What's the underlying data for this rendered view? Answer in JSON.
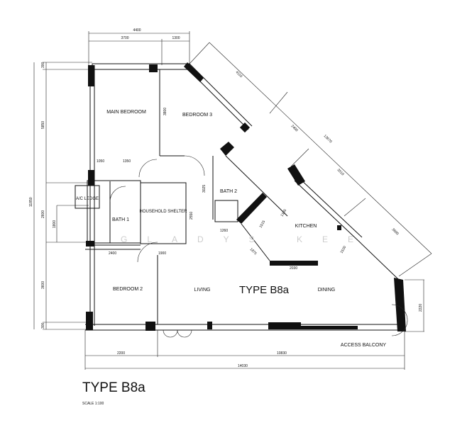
{
  "plan": {
    "type_label": "TYPE B8a",
    "title": "TYPE B8a",
    "scale": "SCALE 1:100",
    "watermark": "GLADYS KEE",
    "rooms": {
      "main_bedroom": "MAIN BEDROOM",
      "bedroom3": "BEDROOM 3",
      "bedroom2": "BEDROOM 2",
      "ac_ledge": "A/C LEDGE",
      "bath1": "BATH 1",
      "bath2": "BATH 2",
      "shelter": "HOUSEHOLD SHELTER",
      "kitchen": "KITCHEN",
      "living": "LIVING",
      "dining": "DINING",
      "access_balcony": "ACCESS BALCONY"
    },
    "dimensions": {
      "top_total": "4400",
      "top_a": "3700",
      "top_b": "1300",
      "left_300_top": "300",
      "left_5850": "5850",
      "left_11850": "11850",
      "left_2600": "2600",
      "left_1800": "1800",
      "left_3600": "3600",
      "left_300_bottom": "300",
      "mb_wall": "3800",
      "d1050": "1050",
      "d1350": "1350",
      "d2400": "2400",
      "d1900": "1900",
      "shelter_h": "2550",
      "bath2_h": "3025",
      "d1260": "1260",
      "d1515": "1515",
      "d1365": "1365",
      "d1875": "1875",
      "d2030": "2030",
      "d1530": "1530",
      "diag_4110": "4110",
      "diag_2400": "2400",
      "diag_13670": "13670",
      "diag_3510": "3510",
      "diag_3600": "3600",
      "right_2220": "2220",
      "bottom_2200": "2200",
      "bottom_10830": "10830",
      "bottom_14030": "14030"
    }
  }
}
